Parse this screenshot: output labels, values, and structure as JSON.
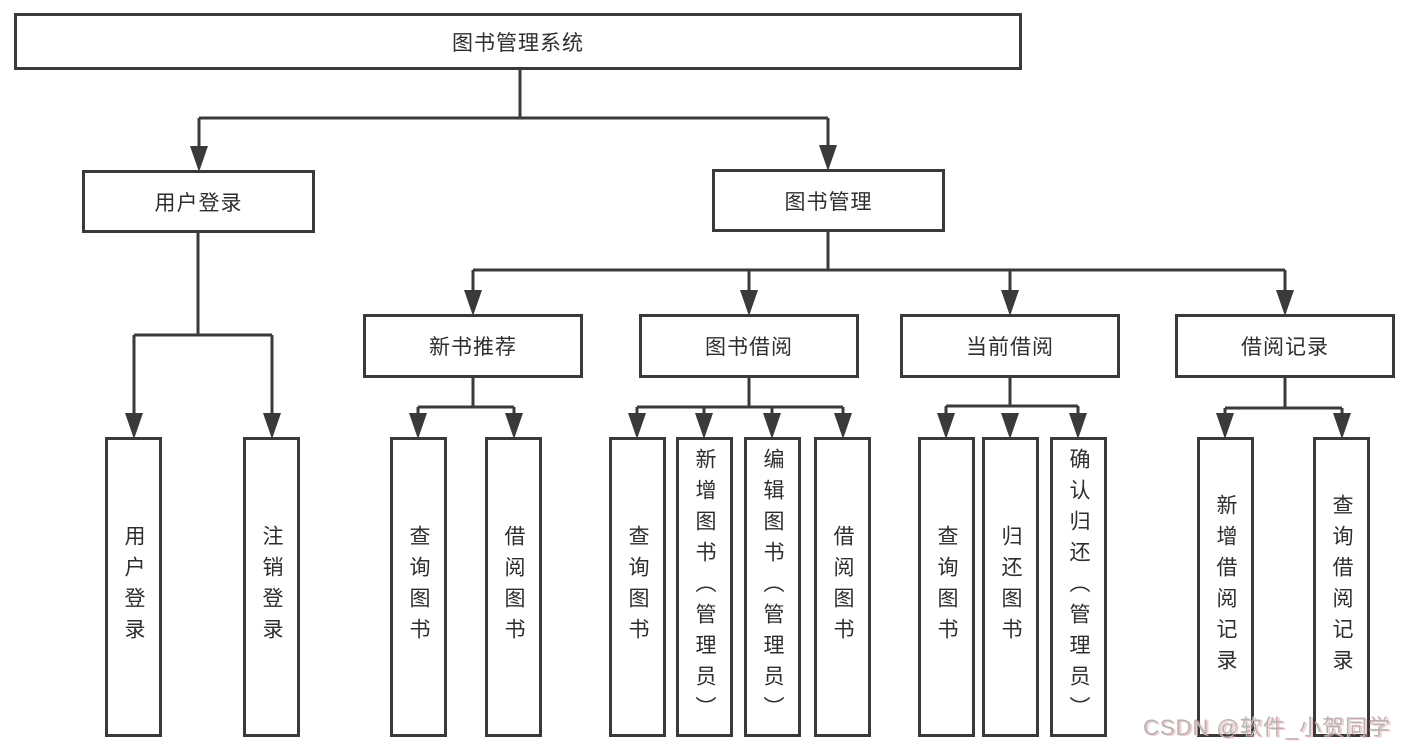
{
  "tree": {
    "root": "图书管理系统",
    "children": [
      {
        "label": "用户登录",
        "children": [
          {
            "label": "用户登录"
          },
          {
            "label": "注销登录"
          }
        ]
      },
      {
        "label": "图书管理",
        "children": [
          {
            "label": "新书推荐",
            "children": [
              {
                "label": "查询图书"
              },
              {
                "label": "借阅图书"
              }
            ]
          },
          {
            "label": "图书借阅",
            "children": [
              {
                "label": "查询图书"
              },
              {
                "label": "新增图书（管理员）"
              },
              {
                "label": "编辑图书（管理员）"
              },
              {
                "label": "借阅图书"
              }
            ]
          },
          {
            "label": "当前借阅",
            "children": [
              {
                "label": "查询图书"
              },
              {
                "label": "归还图书"
              },
              {
                "label": "确认归还（管理员）"
              }
            ]
          },
          {
            "label": "借阅记录",
            "children": [
              {
                "label": "新增借阅记录"
              },
              {
                "label": "查询借阅记录"
              }
            ]
          }
        ]
      }
    ]
  },
  "watermark": {
    "text": "CSDN @软件_小贺同学"
  },
  "colors": {
    "line": "#3a3a3a",
    "text": "#2e2e2e",
    "background": "#ffffff",
    "watermark": "#b5b5b5"
  }
}
